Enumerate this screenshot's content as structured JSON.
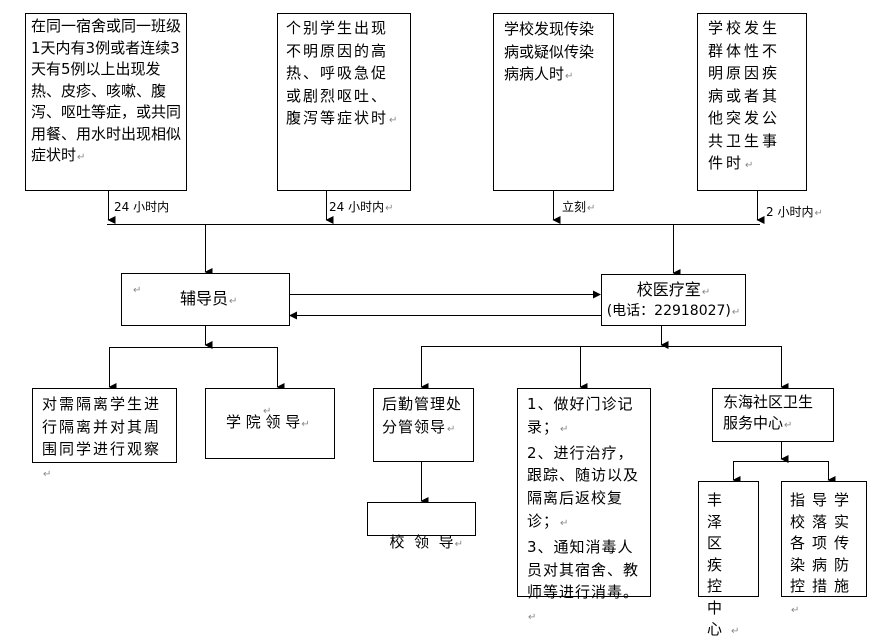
{
  "triggers": [
    {
      "text": "在同一宿舍或同一班级1天内有3例或者连续3天有5例以上出现发热、皮疹、咳嗽、腹泻、呕吐等症，或共同用餐、用水时出现相似症状时",
      "time_label": "24 小时内"
    },
    {
      "text": "个别学生出现不明原因的高热、呼吸急促或剧烈呕吐、腹泻等症状时",
      "time_label": "24 小时内"
    },
    {
      "text": "学校发现传染病或疑似传染病病人时",
      "time_label": "立刻"
    },
    {
      "text": "学校发生群体性不明原因疾病或者其他突发公共卫生事件时",
      "time_label": "2 小时内"
    }
  ],
  "counselor": {
    "label": "辅导员"
  },
  "clinic": {
    "label": "校医疗室",
    "phone": "(电话：22918027)"
  },
  "counselor_children": [
    {
      "text": "对需隔离学生进行隔离并对其周围同学进行观察"
    },
    {
      "text": "学 院 领 导"
    }
  ],
  "clinic_children": {
    "logistics": {
      "text": "后勤管理处分管领导",
      "child": "校  领  导"
    },
    "clinic_actions": {
      "lines": [
        "1、做好门诊记录；",
        "2、进行治疗，跟踪、随访以及隔离后返校复诊；",
        "3、通知消毒人员对其宿舍、教师等进行消毒。"
      ]
    },
    "community": {
      "text": "东海社区卫生服务中心",
      "children": [
        {
          "text": "丰泽区疾控中心"
        },
        {
          "text": "指导学校落实各项传染病防控措施"
        }
      ]
    }
  },
  "paragraph_mark": "↵"
}
